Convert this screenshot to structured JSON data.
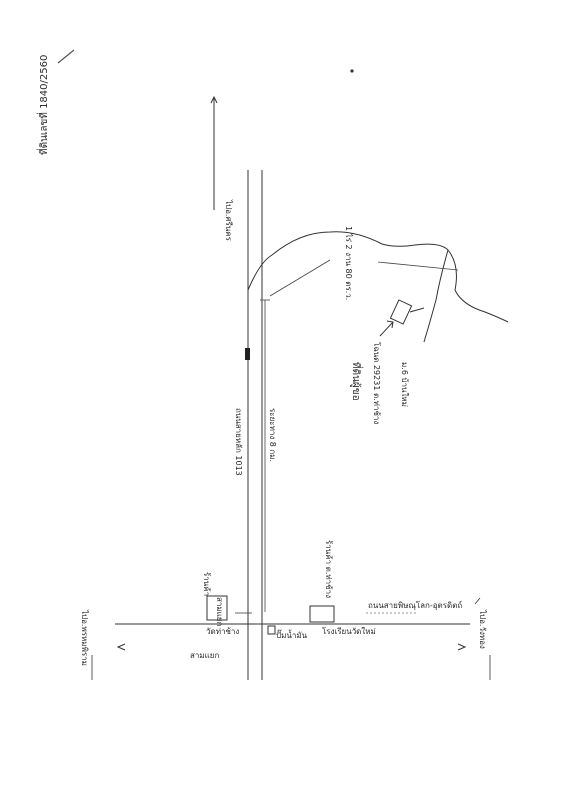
{
  "header": {
    "ref_number": "ที่ดินเลขที่ 1840/2560"
  },
  "road_main": {
    "to_north": "ไปอ.ศรีนคร",
    "name": "ถนนสายหลัก 1013"
  },
  "road_cross": {
    "to_west": "ไปอ.พรหมพิราม",
    "to_east": "ไปอ.วังทอง"
  },
  "distances": {
    "main_leg": "ระยะทาง 8 กม.",
    "area": "1 ไร่ 2 งาน 80 ตร.ว."
  },
  "labels": {
    "site_title": "ที่ดินผู้ขอ",
    "site_owner": "โฉนด 29231 ต.ท่าช้าง",
    "site_village": "ม.6 บ้านใหม่",
    "landmark_right": "ร้านค้า ต.ท่าช้าง",
    "landmark_left": "ร้านค้า",
    "junction": "สามแยก",
    "school": "โรงเรียนวัดใหม่",
    "wat": "วัดท่าช้าง",
    "gas_station": "ปั๊มน้ำมัน",
    "cross_road_name": "ถนนสายพิษณุโลก-อุตรดิตถ์"
  }
}
